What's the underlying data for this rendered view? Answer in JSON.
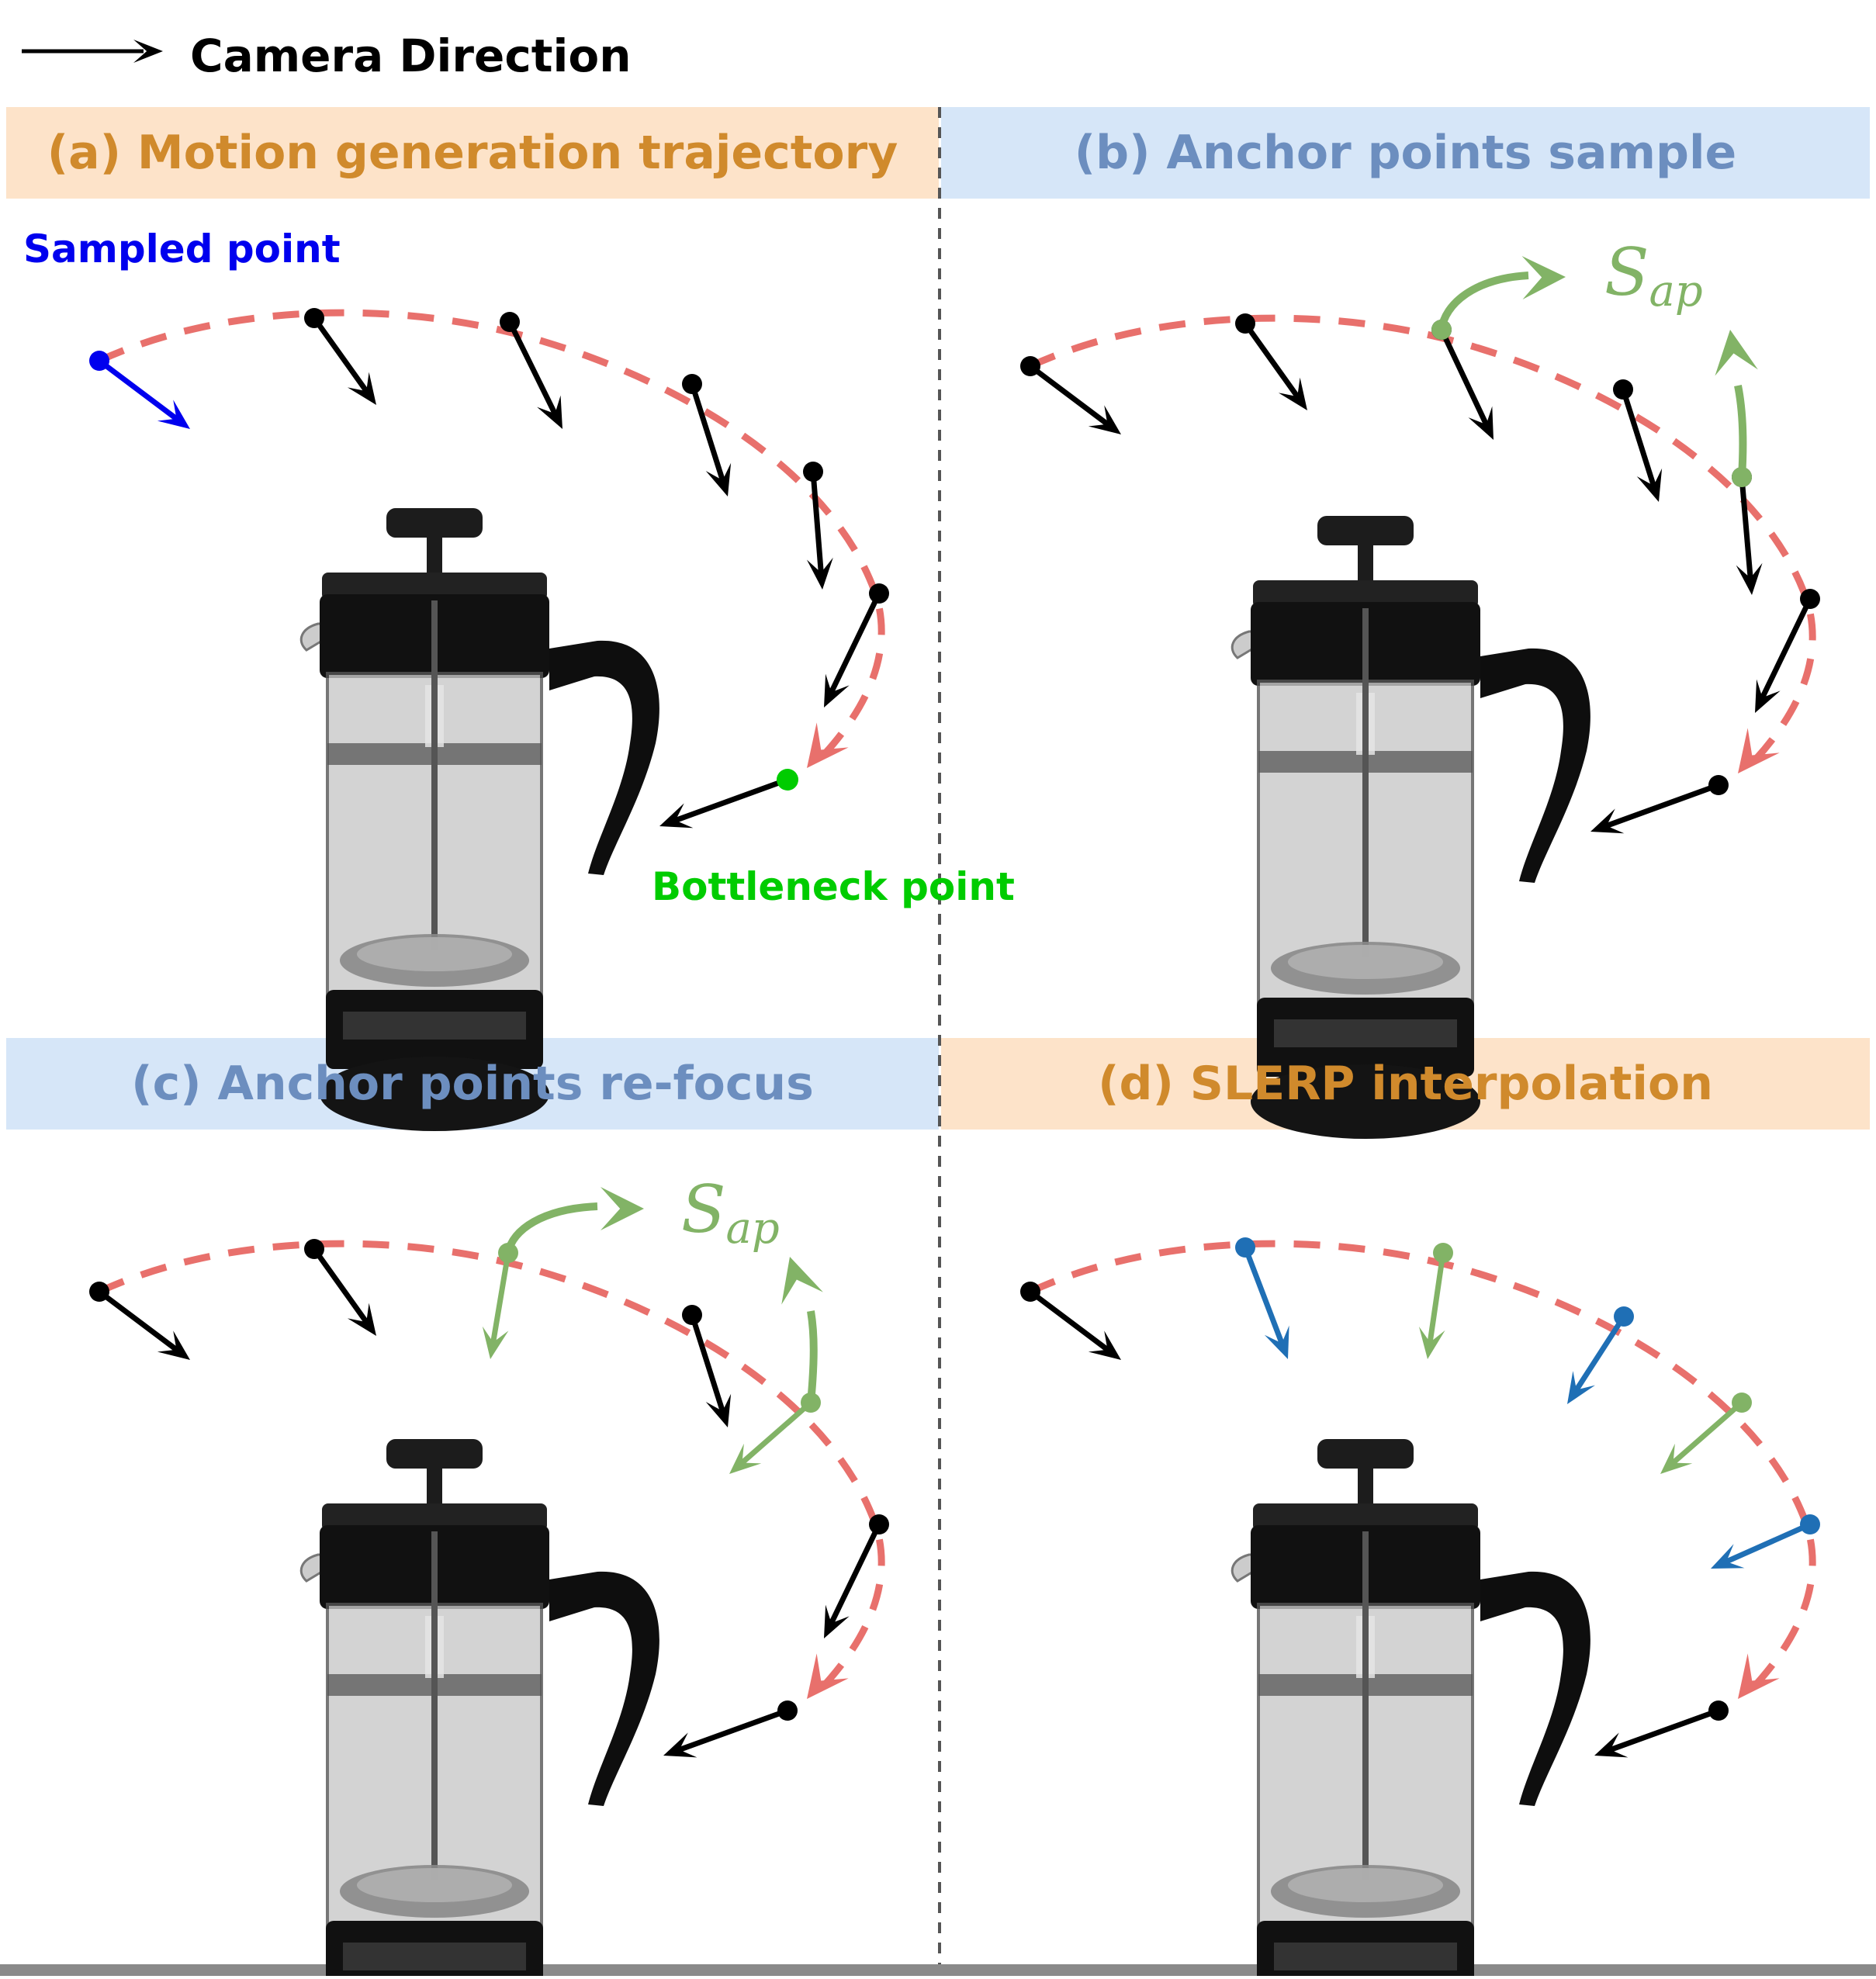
{
  "legend": {
    "label": "Camera Direction",
    "icon": "black-arrow-icon"
  },
  "colors": {
    "trajectory": "#e8706c",
    "camera_arrow": "#000000",
    "anchor_green": "#82b366",
    "sampled_blue": "#0000ee",
    "bottleneck_green": "#00cc00",
    "interp_blue": "#1f6fb5",
    "title_orange_bg": "#fde3c9",
    "title_orange_text": "#d08a2c",
    "title_blue_bg": "#d6e6f8",
    "title_blue_text": "#6c8ebf",
    "divider": "#555555"
  },
  "panels": {
    "a": {
      "title": "(a) Motion generation trajectory",
      "sampled_label": "Sampled point",
      "bottleneck_label": "Bottleneck point"
    },
    "b": {
      "title": "(b) Anchor points sample",
      "sap": {
        "base": "S",
        "sub": "ap"
      }
    },
    "c": {
      "title": "(c) Anchor points re-focus",
      "sap": {
        "base": "S",
        "sub": "ap"
      }
    },
    "d": {
      "title": "(d) SLERP interpolation"
    }
  }
}
